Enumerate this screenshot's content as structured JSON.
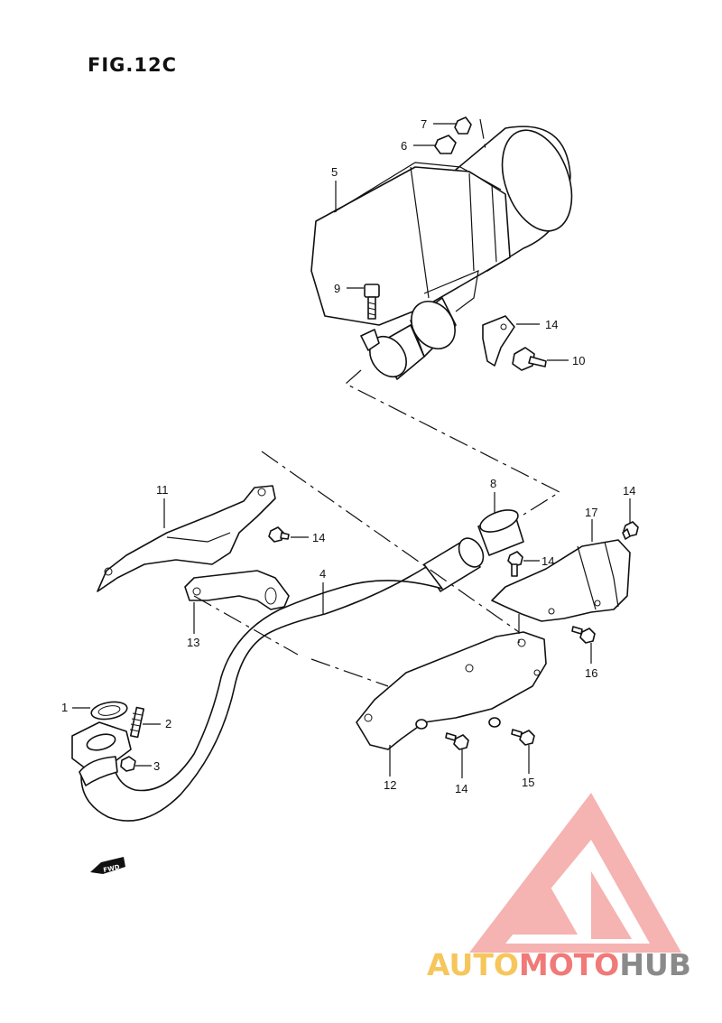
{
  "figure": {
    "title": "FIG.12C"
  },
  "callouts": [
    {
      "id": "c1",
      "label": "1"
    },
    {
      "id": "c2",
      "label": "2"
    },
    {
      "id": "c3",
      "label": "3"
    },
    {
      "id": "c4",
      "label": "4"
    },
    {
      "id": "c5",
      "label": "5"
    },
    {
      "id": "c6",
      "label": "6"
    },
    {
      "id": "c7",
      "label": "7"
    },
    {
      "id": "c8",
      "label": "8"
    },
    {
      "id": "c9",
      "label": "9"
    },
    {
      "id": "c10",
      "label": "10"
    },
    {
      "id": "c11",
      "label": "11"
    },
    {
      "id": "c12",
      "label": "12"
    },
    {
      "id": "c13",
      "label": "13"
    },
    {
      "id": "c14a",
      "label": "14"
    },
    {
      "id": "c14b",
      "label": "14"
    },
    {
      "id": "c14c",
      "label": "14"
    },
    {
      "id": "c14d",
      "label": "14"
    },
    {
      "id": "c14e",
      "label": "14"
    },
    {
      "id": "c15",
      "label": "15"
    },
    {
      "id": "c16",
      "label": "16"
    },
    {
      "id": "c17",
      "label": "17"
    }
  ],
  "fwd_marker": {
    "text": "FWD"
  },
  "watermark": {
    "part1": "AUTO",
    "part2": "MOTO",
    "part3": "HUB",
    "colors": {
      "yellow": "#f6c65c",
      "red": "#f07a78",
      "gray": "#8a8a8a"
    }
  }
}
